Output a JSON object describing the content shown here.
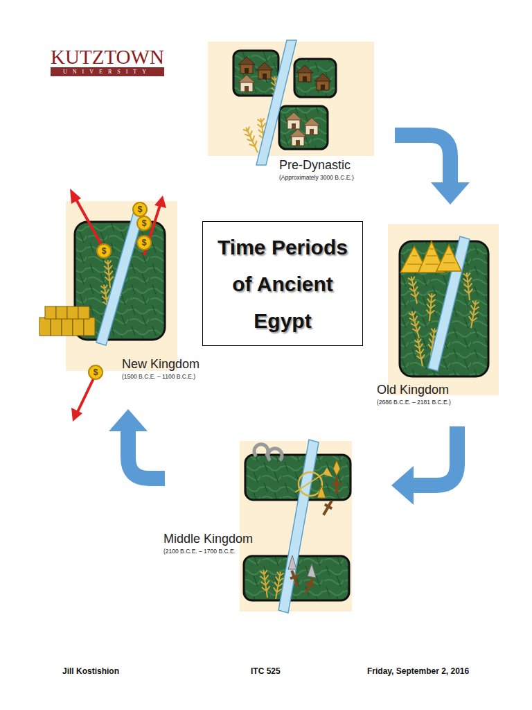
{
  "diagram": {
    "title": "Time Periods of Ancient Egypt",
    "nodes": [
      {
        "text": [
          "Pre-Dynastic",
          "(Approximately 3000 B.C.E.)"
        ]
      },
      {
        "text": [
          "Old Kingdom",
          "(2686 B.C.E. – 2181 B.C.E.)"
        ]
      },
      {
        "text": [
          "Middle Kingdom",
          "(2100 B.C.E. – 1700 B.C.E."
        ]
      },
      {
        "text": [
          "New Kingdom",
          "(1500 B.C.E. – 1100 B.C.E.)"
        ]
      }
    ],
    "edges": [
      {
        "from": 0,
        "to": 1,
        "arrow": "to"
      },
      {
        "from": 1,
        "to": 2,
        "arrow": "to"
      },
      {
        "from": 2,
        "to": 3,
        "arrow": "to"
      }
    ],
    "labels": [
      "KUTZTOWN",
      "UNIVERSITY",
      "$",
      "$",
      "$",
      "$",
      "$",
      "Jill Kostishion",
      "ITC 525",
      "Friday, September 2, 2016"
    ]
  }
}
